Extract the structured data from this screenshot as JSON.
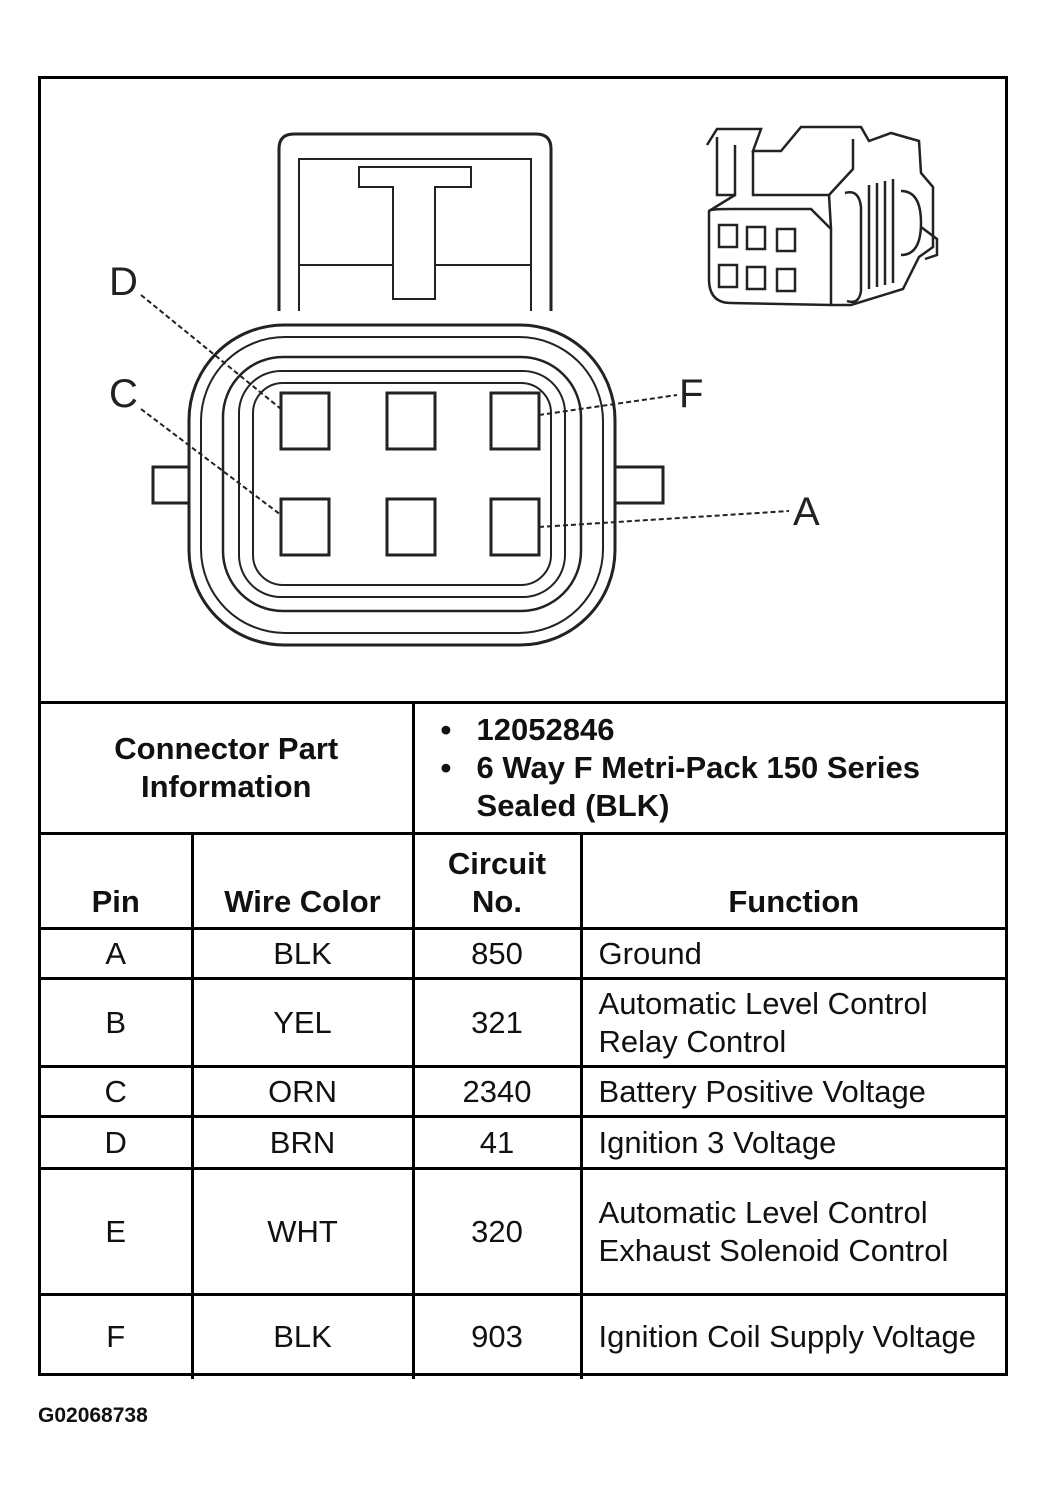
{
  "diagram": {
    "pin_callouts": [
      "D",
      "C",
      "F",
      "A"
    ]
  },
  "connector_info": {
    "label": "Connector Part Information",
    "details": [
      "12052846",
      "6 Way F Metri-Pack 150 Series Sealed (BLK)"
    ]
  },
  "table": {
    "headers": {
      "pin": "Pin",
      "wire_color": "Wire Color",
      "circuit_no": "Circuit No.",
      "function": "Function"
    },
    "rows": [
      {
        "pin": "A",
        "wire_color": "BLK",
        "circuit_no": "850",
        "function": "Ground"
      },
      {
        "pin": "B",
        "wire_color": "YEL",
        "circuit_no": "321",
        "function": "Automatic Level Control Relay Control"
      },
      {
        "pin": "C",
        "wire_color": "ORN",
        "circuit_no": "2340",
        "function": "Battery Positive Voltage"
      },
      {
        "pin": "D",
        "wire_color": "BRN",
        "circuit_no": "41",
        "function": "Ignition 3 Voltage"
      },
      {
        "pin": "E",
        "wire_color": "WHT",
        "circuit_no": "320",
        "function": "Automatic Level Control Exhaust Solenoid Control"
      },
      {
        "pin": "F",
        "wire_color": "BLK",
        "circuit_no": "903",
        "function": "Ignition Coil Supply Voltage"
      }
    ]
  },
  "figure_id": "G02068738"
}
